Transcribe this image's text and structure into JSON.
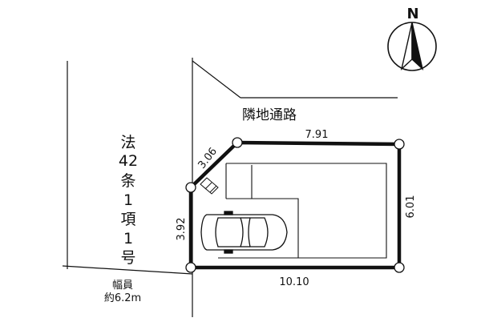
{
  "compass": {
    "north_label": "N"
  },
  "labels": {
    "neighbor_passage": "隣地通路",
    "road_legal_lines": [
      "法",
      "42",
      "条",
      "1",
      "項",
      "1",
      "号"
    ],
    "road_width_title": "幅員",
    "road_width_value": "約6.2m"
  },
  "dimensions": {
    "top": "7.91",
    "diagonal": "3.06",
    "left": "3.92",
    "right": "6.01",
    "bottom": "10.10"
  },
  "colors": {
    "line": "#111111",
    "background": "#ffffff"
  },
  "icons": {
    "compass": "north-arrow-icon",
    "car": "car-icon"
  }
}
